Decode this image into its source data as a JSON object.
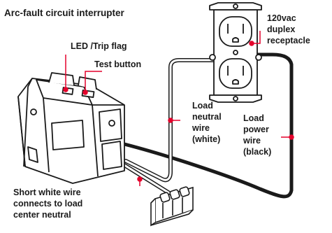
{
  "title": "Arc-fault circuit interrupter",
  "labels": {
    "led_trip_flag": "LED /Trip flag",
    "test_button": "Test button",
    "receptacle": [
      "120vac",
      "duplex",
      "receptacle"
    ],
    "load_neutral": [
      "Load",
      "neutral",
      "wire",
      "(white)"
    ],
    "load_power": [
      "Load",
      "power",
      "wire",
      "(black)"
    ],
    "short_white": [
      "Short white wire",
      "connects to load",
      "center neutral"
    ]
  },
  "colors": {
    "callout": "#e4002b",
    "outline": "#1a1a1a",
    "black_wire": "#1a1a1a",
    "white_wire": "#ffffff"
  }
}
